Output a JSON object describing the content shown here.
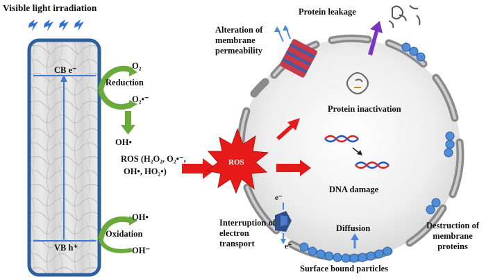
{
  "labels": {
    "visible_light": "Visible light irradiation",
    "cb": "CB e⁻",
    "vb": "VB h⁺",
    "o2": "O₂",
    "reduction": "Reduction",
    "superoxide": "O₂•⁻",
    "oh_radical_top": "OH•",
    "oh_radical_bottom": "OH•",
    "oxidation": "Oxidation",
    "oh_minus": "OH⁻",
    "ros_species_line1": "ROS (H₂O₂, O₂•⁻,",
    "ros_species_line2": "OH•, HO₂•)",
    "ros": "ROS",
    "alteration": "Alteration of membrane permeability",
    "protein_leakage": "Protein leakage",
    "protein_inactivation": "Protein inactivation",
    "dna_damage": "DNA damage",
    "interruption": "Interruption of electron transport",
    "electron_top": "e⁻",
    "electron_bottom": "e⁻",
    "diffusion": "Diffusion",
    "destruction": "Destruction of membrane proteins",
    "surface_bound": "Surface bound particles"
  },
  "colors": {
    "light_bolt": "#2f6fd6",
    "panel_border": "#2f5f9a",
    "green_arrow": "#6aaa3a",
    "red_arrow": "#e41a1a",
    "purple_arrow": "#7a35c2",
    "membrane": "#8a8a8a",
    "particle": "#4f8fd8",
    "dna_red": "#d62828",
    "dna_blue": "#2a55c6"
  }
}
